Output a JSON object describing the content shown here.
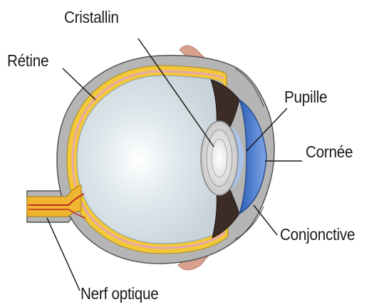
{
  "labels": {
    "cristallin": "Cristallin",
    "retine": "Rétine",
    "pupille": "Pupille",
    "cornee": "Cornée",
    "conjonctive": "Conjonctive",
    "nerf_optique": "Nerf optique"
  },
  "colors": {
    "sclera": "#b5b5b5",
    "choroid": "#f2c83a",
    "retina": "#e8a7ae",
    "vitreous": "#d9e4e8",
    "iris": "#3b2c26",
    "cornea": "#4f7fd0",
    "lens": "#d7d7d7",
    "nerve": "#f0b52e",
    "eyelid": "#d9a08e"
  }
}
